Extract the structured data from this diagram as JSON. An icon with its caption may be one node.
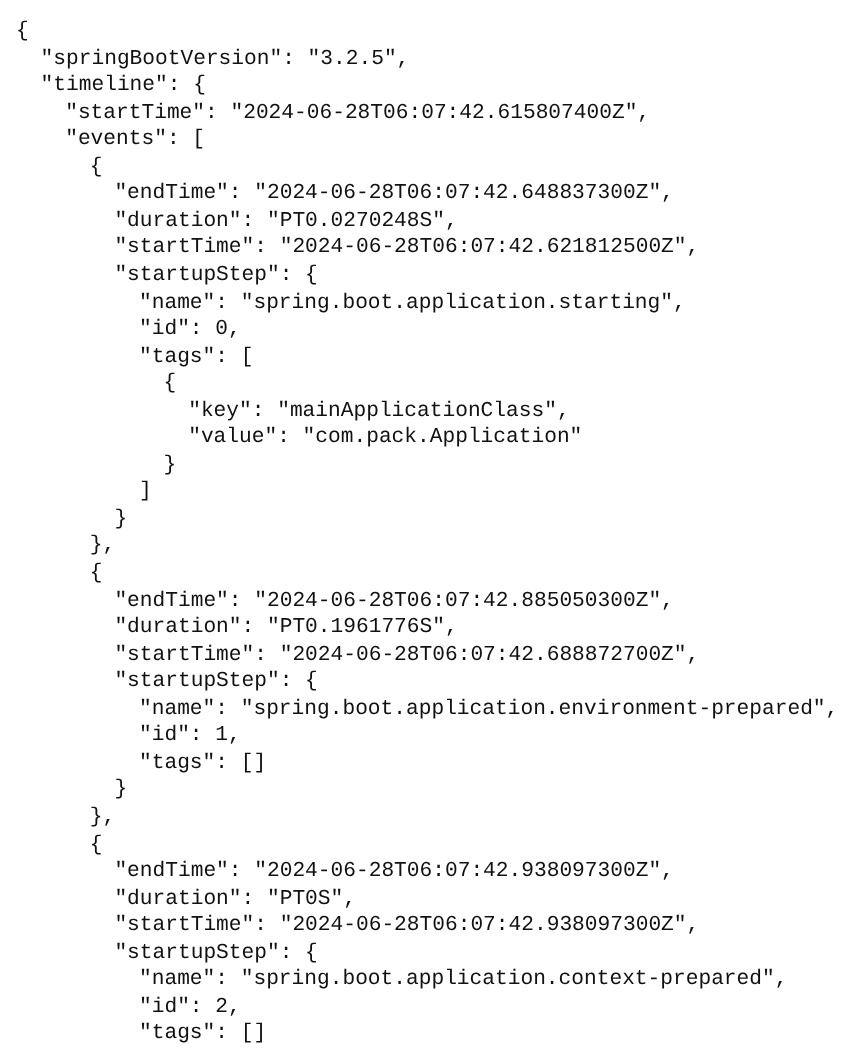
{
  "diagram": {
    "labels": [
      "{",
      "\"springBootVersion\": \"3.2.5\",",
      "\"timeline\": {",
      "\"startTime\": \"2024-06-28T06:07:42.615807400Z\",",
      "\"events\": [",
      "{",
      "\"endTime\": \"2024-06-28T06:07:42.648837300Z\",",
      "\"duration\": \"PT0.0270248S\",",
      "\"startTime\": \"2024-06-28T06:07:42.621812500Z\",",
      "\"startupStep\": {",
      "\"name\": \"spring.boot.application.starting\",",
      "\"id\": 0,",
      "\"tags\": [",
      "{",
      "\"key\": \"mainApplicationClass\",",
      "\"value\": \"com.pack.Application\"",
      "}",
      "]",
      "}",
      "},",
      "{",
      "\"endTime\": \"2024-06-28T06:07:42.885050300Z\",",
      "\"duration\": \"PT0.1961776S\",",
      "\"startTime\": \"2024-06-28T06:07:42.688872700Z\",",
      "\"startupStep\": {",
      "\"name\": \"spring.boot.application.environment-prepared\",",
      "\"id\": 1,",
      "\"tags\": []",
      "}",
      "},",
      "{",
      "\"endTime\": \"2024-06-28T06:07:42.938097300Z\",",
      "\"duration\": \"PT0S\",",
      "\"startTime\": \"2024-06-28T06:07:42.938097300Z\",",
      "\"startupStep\": {",
      "\"name\": \"spring.boot.application.context-prepared\",",
      "\"id\": 2,",
      "\"tags\": []"
    ]
  }
}
